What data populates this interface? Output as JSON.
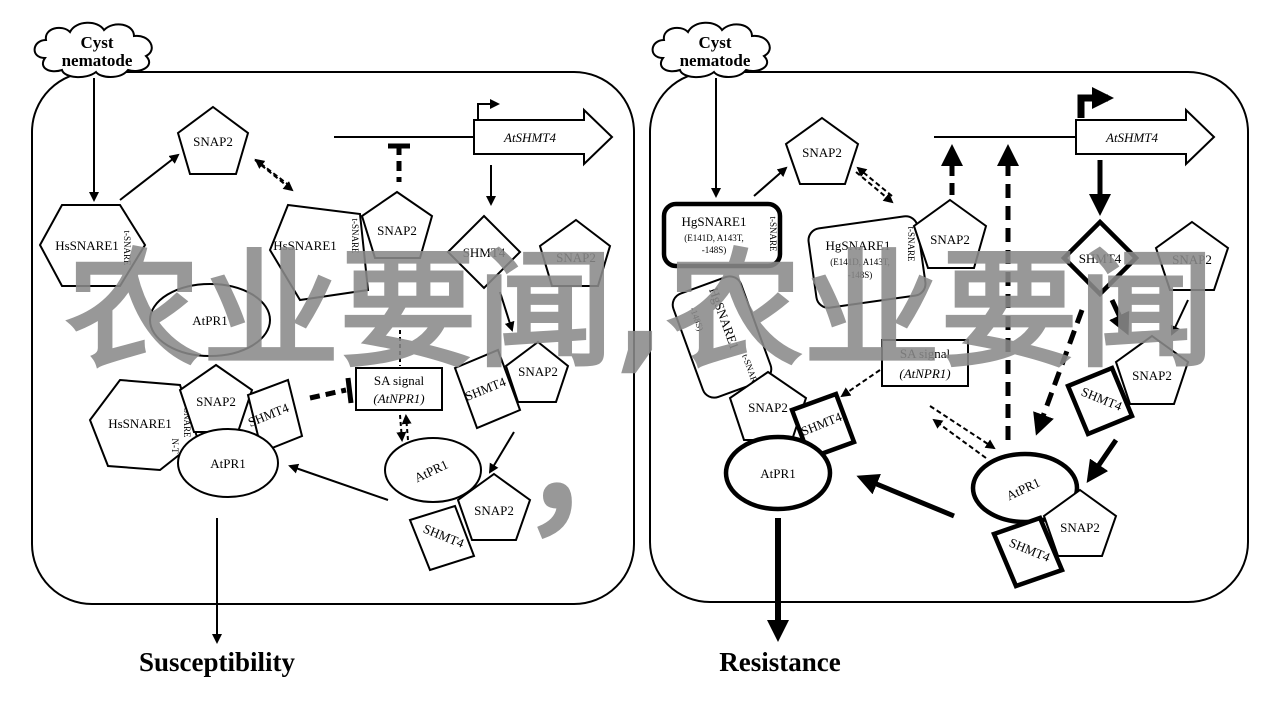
{
  "left": {
    "trigger": "Cyst\nnematode",
    "gene": "AtSHMT4",
    "snap2": "SNAP2",
    "hs_snare1": "HsSNARE1",
    "t_snare": "t-SNARE",
    "n_t": "N-T",
    "shmt4": "SHMT4",
    "atpr1": "AtPR1",
    "sa_signal": "SA signal",
    "atnpr1": "(AtNPR1)",
    "outcome": "Susceptibility"
  },
  "right": {
    "trigger": "Cyst\nnematode",
    "gene": "AtSHMT4",
    "snap2": "SNAP2",
    "hg_snare1": "HgSNARE1",
    "hg_variants_1": "(E141D, A143T,",
    "hg_variants_2": "-148S)",
    "t_snare": "t-SNARE",
    "shmt4": "SHMT4",
    "atpr1": "AtPR1",
    "sa_signal": "SA signal",
    "atnpr1": "(AtNPR1)",
    "outcome": "Resistance"
  },
  "watermark": {
    "text": "农业要闻,农业要闻",
    "comma": "，"
  }
}
